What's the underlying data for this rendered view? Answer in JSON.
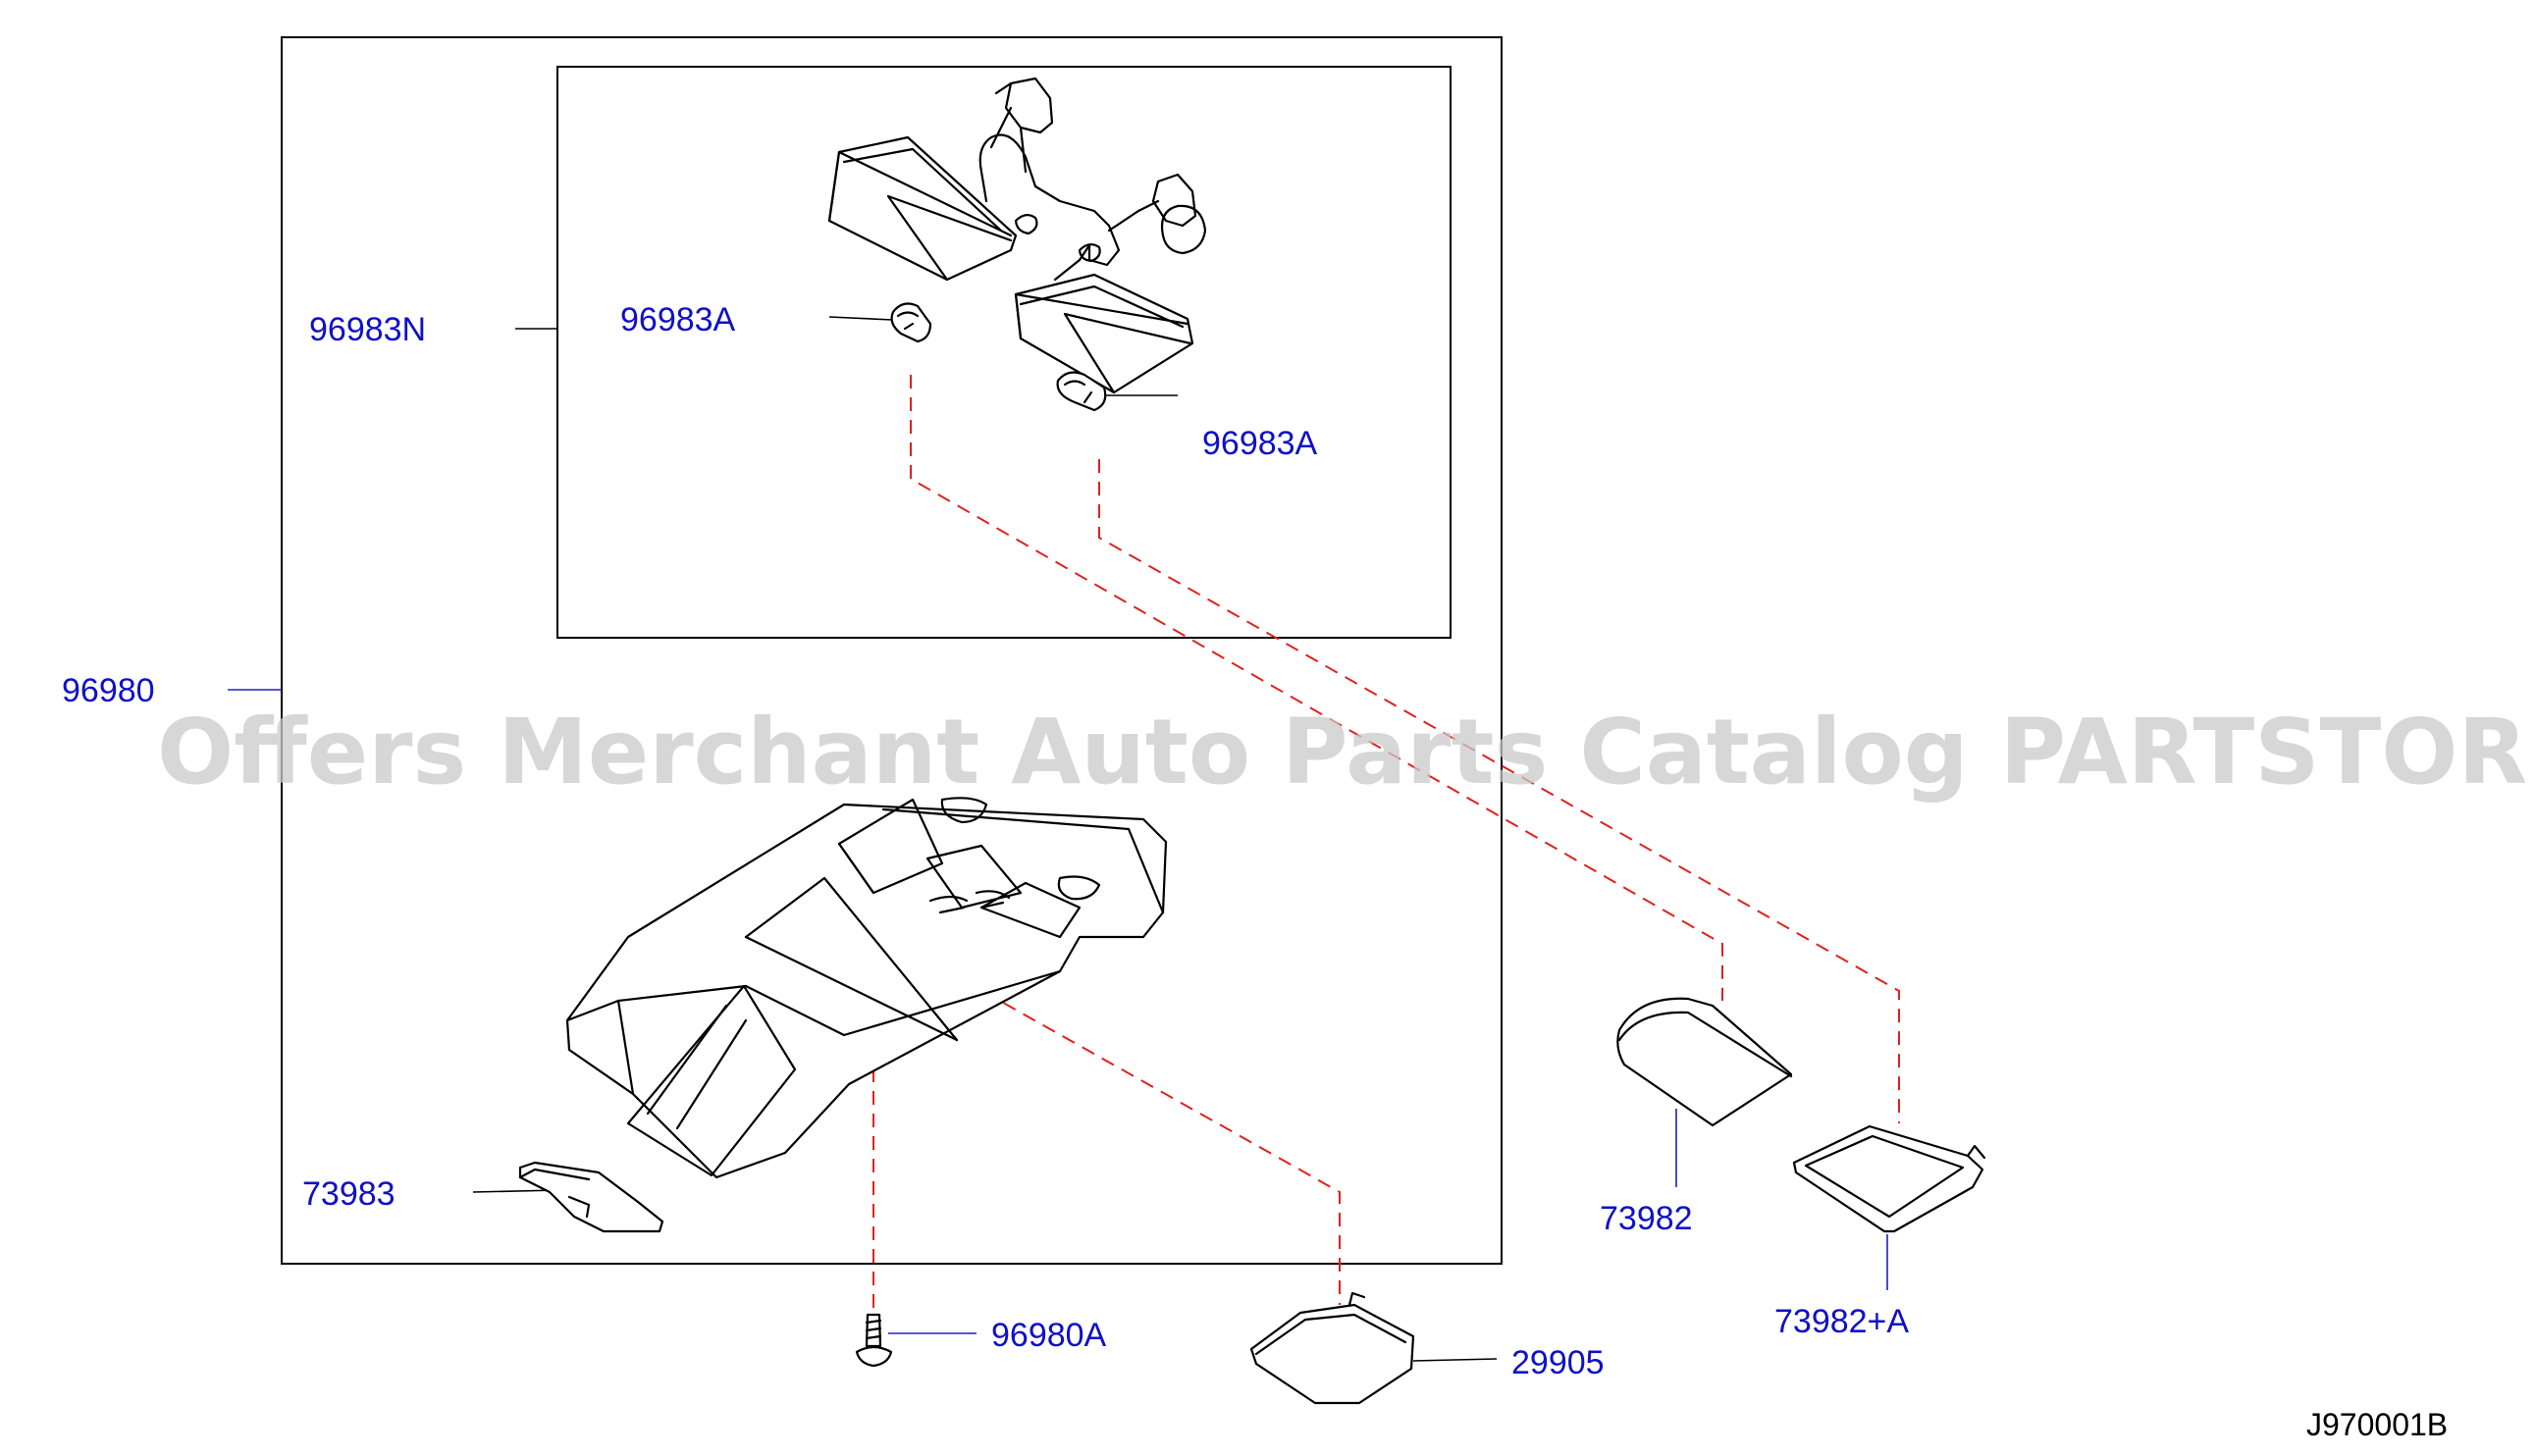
{
  "labels": {
    "assembly": "96980",
    "lamp_housing": "96983N",
    "bulb_upper": "96983A",
    "bulb_lower": "96983A",
    "lens_left": "73983",
    "lens_mid": "73982",
    "lens_right": "73982+A",
    "screw": "96980A",
    "cover": "29905"
  },
  "drawing_code": "J970001B",
  "watermark": "Offers Merchant Auto Parts Catalog PARTSTORE.SA",
  "colors": {
    "label": "#1010c8",
    "dashed_leader": "#e02020",
    "line": "#000000"
  }
}
